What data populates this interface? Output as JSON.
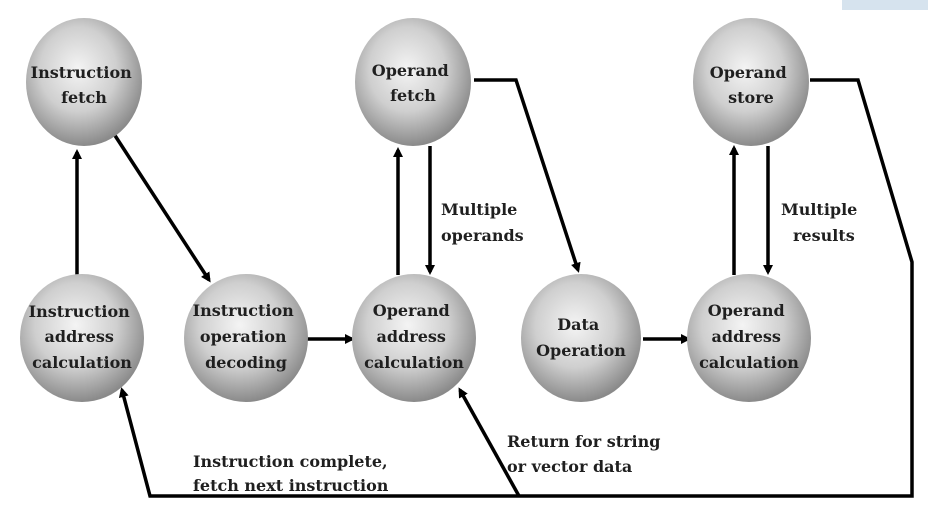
{
  "colors": {
    "node_center": "#f4f4f4",
    "node_edge": "#8a8a8a",
    "arrow": "#000000",
    "corner_box": "#d6e3ee"
  },
  "nodes": {
    "instruction_fetch": [
      "Instruction",
      "fetch"
    ],
    "operand_fetch": [
      "Operand",
      "fetch"
    ],
    "operand_store": [
      "Operand",
      "store"
    ],
    "instruction_address_calculation": [
      "Instruction",
      "address",
      "calculation"
    ],
    "instruction_operation_decoding": [
      "Instruction",
      "operation",
      "decoding"
    ],
    "operand_address_calculation_1": [
      "Operand",
      "address",
      "calculation"
    ],
    "data_operation": [
      "Data",
      "Operation"
    ],
    "operand_address_calculation_2": [
      "Operand",
      "address",
      "calculation"
    ]
  },
  "edge_labels": {
    "multiple_operands": [
      "Multiple",
      "operands"
    ],
    "multiple_results": [
      "Multiple",
      "results"
    ],
    "instruction_complete": [
      "Instruction complete,",
      "fetch next instruction"
    ],
    "return_string_vector": [
      "Return for string",
      "or vector data"
    ]
  }
}
